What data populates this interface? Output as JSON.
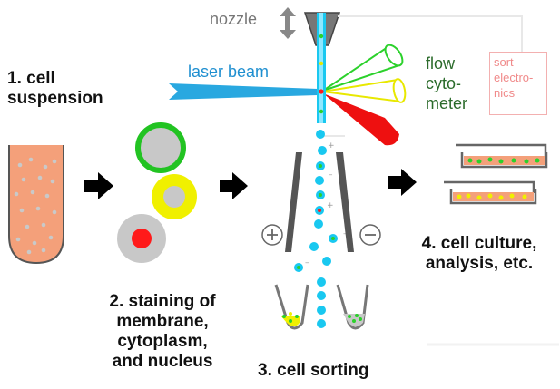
{
  "labels": {
    "nozzle": "nozzle",
    "laser_beam": "laser beam",
    "flow_cytometer": [
      "flow",
      "cyto-",
      "meter"
    ],
    "sort_electronics": [
      "sort",
      "electro-",
      "nics"
    ],
    "step1": [
      "1. cell",
      "suspension"
    ],
    "step2": [
      "2. staining of",
      "membrane,",
      "cytoplasm,",
      "and nucleus"
    ],
    "step3": "3. cell sorting",
    "step4": [
      "4. cell culture,",
      "analysis, etc."
    ],
    "plus": "+",
    "minus": "−"
  },
  "colors": {
    "droplet": "#19c8f0",
    "laser": "#29a8e0",
    "suspension": "#f4a07a",
    "membrane": "#22c322",
    "cytoplasm": "#f0f000",
    "nucleus": "#ff1a1a",
    "cell": "#c8c8c8",
    "sort_box": "#f3b0b0"
  }
}
